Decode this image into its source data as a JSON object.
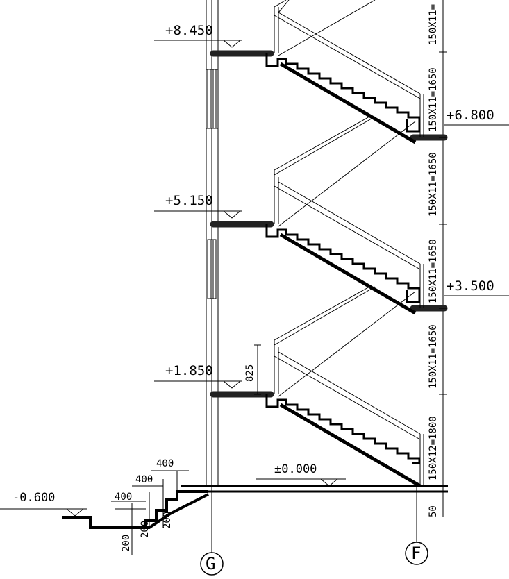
{
  "levels": {
    "l8450": "+8.450",
    "l6800": "+6.800",
    "l5150": "+5.150",
    "l3500": "+3.500",
    "l1850": "+1.850",
    "l0000": "±0.000",
    "lm0600": "-0.600"
  },
  "dimensions": {
    "flight_top_clipped": "150X11=",
    "flight_1650": "150X11=1650",
    "flight_1800": "150X12=1800",
    "d50": "50",
    "d825": "825",
    "step_400": "400",
    "step_200": "200"
  },
  "grid_axes": {
    "G": "G",
    "F": "F"
  }
}
